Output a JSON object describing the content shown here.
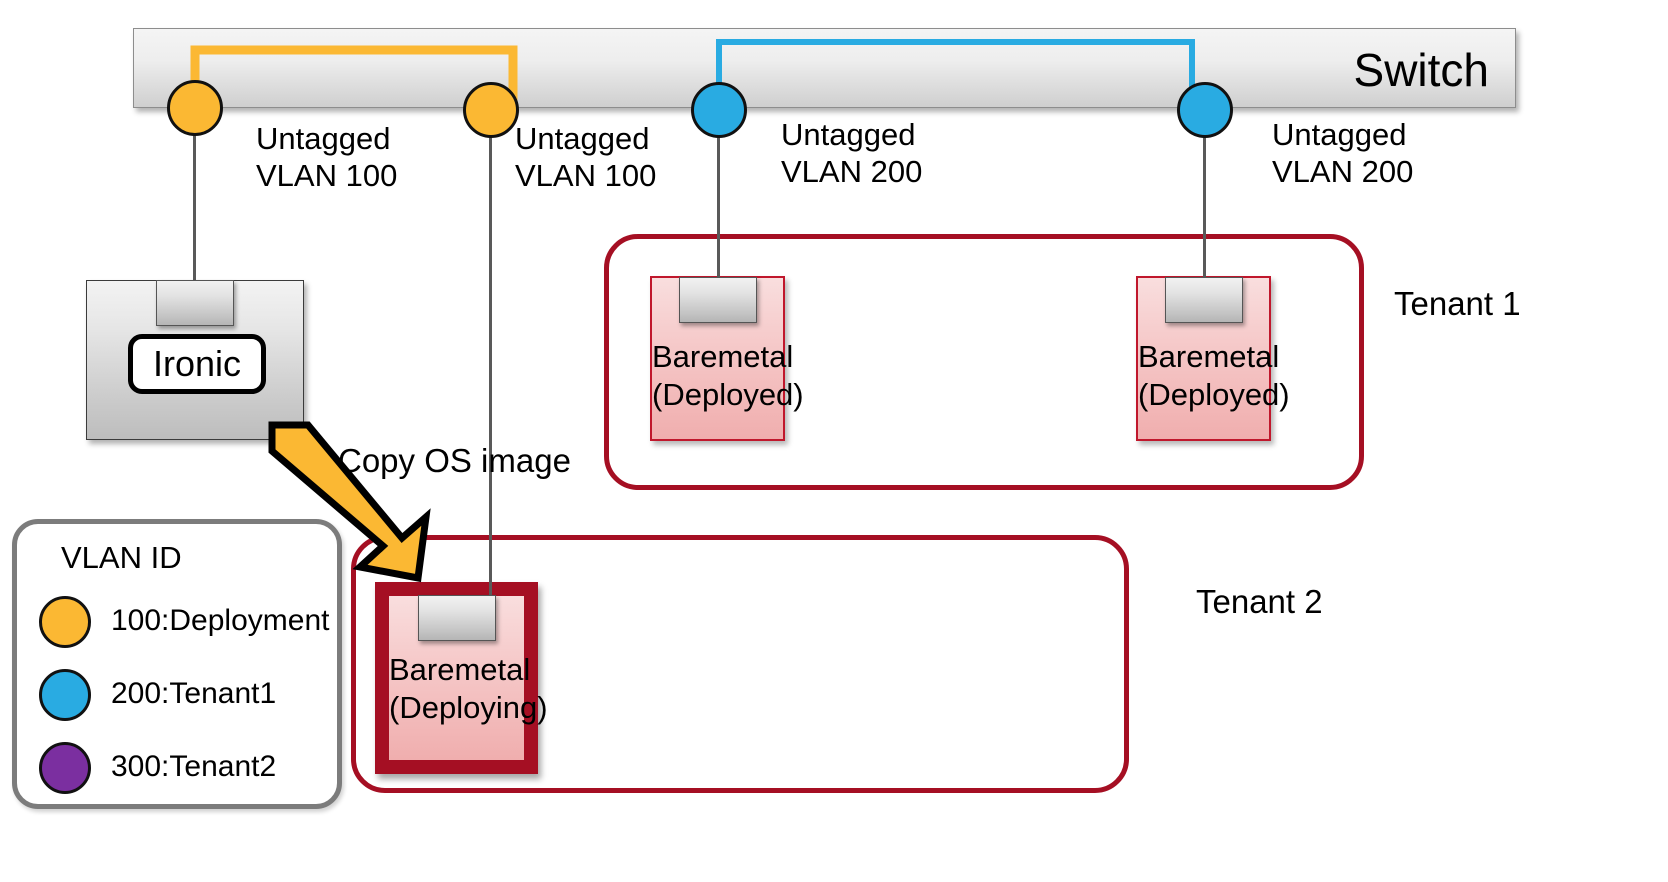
{
  "diagram": {
    "title": "Ironic VLAN-based baremetal provisioning network topology",
    "switch": {
      "label": "Switch"
    },
    "colors": {
      "vlan_100": "#fbb833",
      "vlan_200": "#29abe2",
      "vlan_300": "#7b2fa0",
      "tenant_border": "#a50f23",
      "baremetal_fill": "#f4c2c2",
      "legend_border": "#7c7c7c",
      "cable": "#595959"
    },
    "ports": [
      {
        "id": "port-1",
        "vlan_color": "vlan_100",
        "label_line1": "Untagged",
        "label_line2": "VLAN 100"
      },
      {
        "id": "port-2",
        "vlan_color": "vlan_100",
        "label_line1": "Untagged",
        "label_line2": "VLAN 100"
      },
      {
        "id": "port-3",
        "vlan_color": "vlan_200",
        "label_line1": "Untagged",
        "label_line2": "VLAN 200"
      },
      {
        "id": "port-4",
        "vlan_color": "vlan_200",
        "label_line1": "Untagged",
        "label_line2": "VLAN 200"
      }
    ],
    "ironic": {
      "label": "Ironic"
    },
    "action": {
      "label": "Copy OS image"
    },
    "nodes": [
      {
        "id": "bm-1",
        "line1": "Baremetal",
        "line2": "(Deployed)",
        "state": "deployed",
        "tenant": "Tenant 1"
      },
      {
        "id": "bm-2",
        "line1": "Baremetal",
        "line2": "(Deployed)",
        "state": "deployed",
        "tenant": "Tenant 1"
      },
      {
        "id": "bm-3",
        "line1": "Baremetal",
        "line2": "(Deploying)",
        "state": "deploying",
        "tenant": "Tenant 2"
      }
    ],
    "tenants": [
      {
        "id": "tenant-1",
        "label": "Tenant 1"
      },
      {
        "id": "tenant-2",
        "label": "Tenant 2"
      }
    ],
    "legend": {
      "title": "VLAN ID",
      "items": [
        {
          "color": "#fbb833",
          "label": "100:Deployment"
        },
        {
          "color": "#29abe2",
          "label": "200:Tenant1"
        },
        {
          "color": "#7b2fa0",
          "label": "300:Tenant2"
        }
      ]
    }
  }
}
